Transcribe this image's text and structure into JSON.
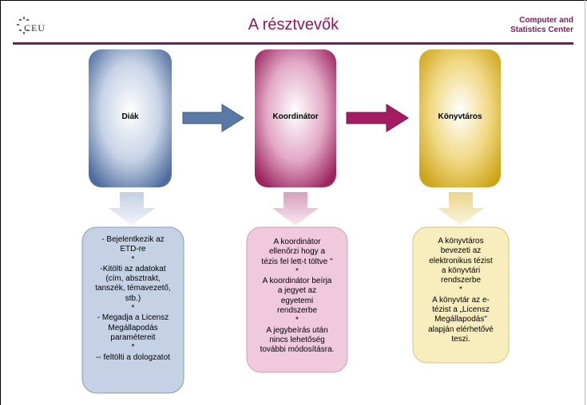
{
  "header": {
    "logo_text": "CEU",
    "title": "A résztvevők",
    "brand": "Computer and\nStatistics Center"
  },
  "nodes": [
    {
      "label": "Diák",
      "color": "#5b79a6",
      "description": "- Bejelentkezik az\nETD-re\n*\n-Kitölti az adatokat\n(cím, absztrakt,\ntanszék, témavezető,\nstb.)\n*\n- Megadja a Licensz\nMegállapodás\nparamétereit\n*\n-- feltölti a dologzatot"
    },
    {
      "label": "Koordinátor",
      "color": "#a8326f",
      "description": "A koordinátor\nellenőrzi hogy a\ntézis fel lett-t töltve \"\n*\nA koordinátor beírja\na  jegyet az\negyetemi\nrendszerbe\n*\nA jegybeírás után\nnincs lehetőség\ntovábbi módosításra."
    },
    {
      "label": "Könyvtáros",
      "color": "#d9b21e",
      "description": "A könyvtáros\nbevezeti az\nelektronikus tézist\na könyvtári\nrendszerbe\n*\nA könyvtár az e-\ntézist a „Licensz\nMegállapodás\"\nalapján elérhetővé\nteszi."
    }
  ]
}
